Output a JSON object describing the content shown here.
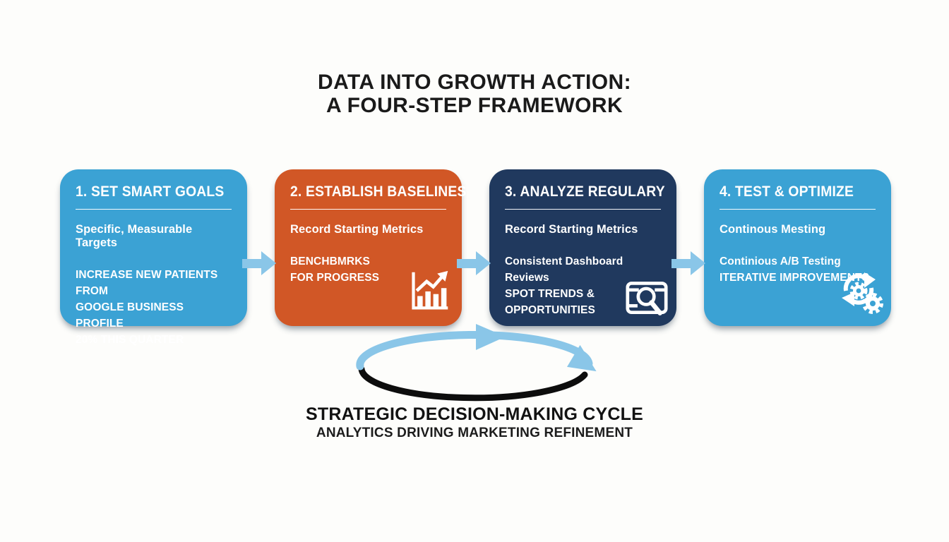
{
  "title": {
    "line1": "DATA INTO GROWTH ACTION:",
    "line2": "A FOUR-STEP FRAMEWORK"
  },
  "steps": [
    {
      "heading": "1. SET SMART GOALS",
      "subheading": "Specific, Measurable Targets",
      "body": "INCREASE NEW PATIENTS FROM\nGOOGLE BUSINESS PROFILE\n20% THIS QUARTER",
      "color": "#3ba2d4",
      "icon": "none"
    },
    {
      "heading": "2. ESTABLISH BASELINES",
      "subheading": "Record Starting Metrics",
      "body": "BENCHBMRKS\nFOR PROGRESS",
      "color": "#d15726",
      "icon": "bar-chart-growth-icon"
    },
    {
      "heading": "3. ANALYZE REGULARY",
      "subheading": "Record Starting Metrics",
      "body": "Consistent Dashboard Reviews\nSPOT TRENDS & OPPORTUNITIES",
      "color": "#20395e",
      "icon": "magnifier-dashboard-icon"
    },
    {
      "heading": "4. TEST & OPTIMIZE",
      "subheading": "Continous Mesting",
      "body": "Continious A/B Testing\nITERATIVE IMPROVEMENTS",
      "color": "#3ba2d4",
      "icon": "gears-refresh-icon"
    }
  ],
  "connector_color": "#8ac6e8",
  "cycle": {
    "heading": "STRATEGIC DECISION-MAKING CYCLE",
    "subheading": "ANALYTICS DRIVING MARKETING REFINEMENT",
    "top_arc_color": "#8ac6e8",
    "bottom_arc_color": "#0d0d0d"
  }
}
